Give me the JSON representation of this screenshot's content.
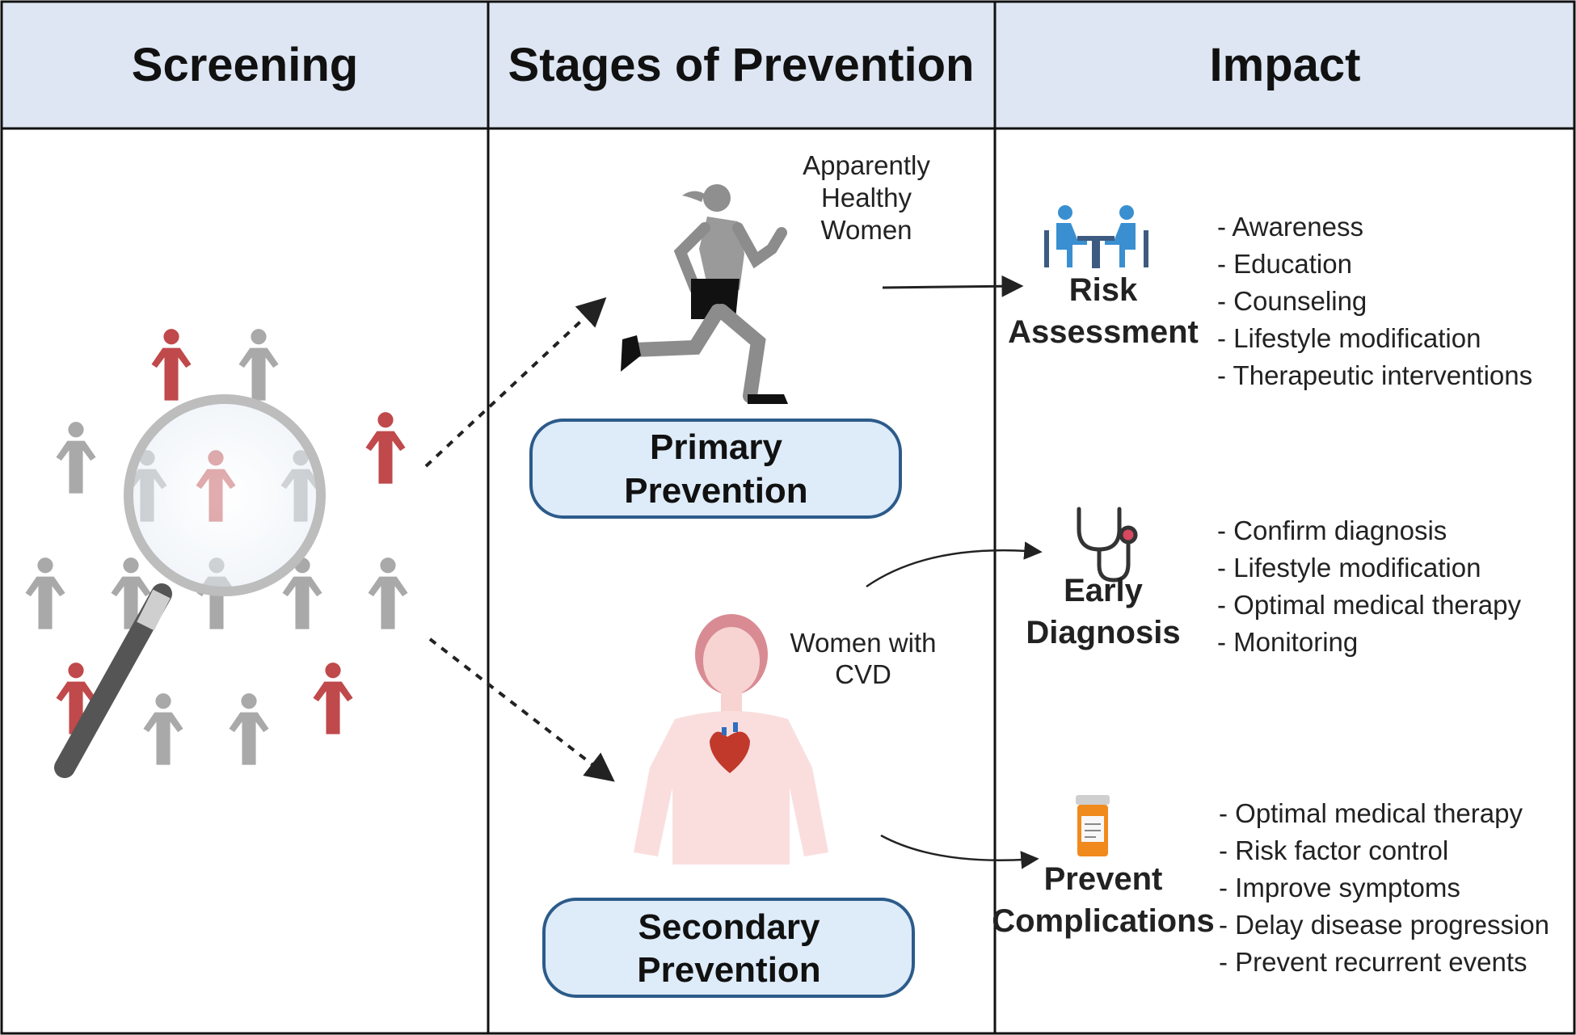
{
  "columns": {
    "screening": "Screening",
    "stages": "Stages of Prevention",
    "impact": "Impact"
  },
  "primary": {
    "population": [
      "Apparently",
      "Healthy",
      "Women"
    ],
    "stage": [
      "Primary",
      "Prevention"
    ]
  },
  "secondary": {
    "population": [
      "Women with",
      "CVD"
    ],
    "stage": [
      "Secondary",
      "Prevention"
    ]
  },
  "impact": {
    "risk_assessment": {
      "title": [
        "Risk",
        "Assessment"
      ],
      "items": [
        "- Awareness",
        "- Education",
        "- Counseling",
        "- Lifestyle modification",
        "- Therapeutic interventions"
      ]
    },
    "early_diagnosis": {
      "title": [
        "Early",
        "Diagnosis"
      ],
      "items": [
        "- Confirm diagnosis",
        "- Lifestyle modification",
        "- Optimal medical therapy",
        "- Monitoring"
      ]
    },
    "prevent_complications": {
      "title": [
        "Prevent",
        "Complications"
      ],
      "items": [
        "- Optimal medical therapy",
        "- Risk factor control",
        "- Improve symptoms",
        "- Delay disease progression",
        "- Prevent recurrent events"
      ]
    }
  },
  "icons": {
    "crowd": "people-crowd-icon",
    "magnifier": "magnifying-glass-icon",
    "runner": "running-woman-icon",
    "woman_heart": "woman-heart-icon",
    "consultation": "consultation-icon",
    "stethoscope": "stethoscope-icon",
    "pill_bottle": "pill-bottle-icon"
  },
  "colors": {
    "header_bg": "#dde6f2",
    "box_fill": "#deebf9",
    "box_stroke": "#2c5b8a",
    "highlight_person": "#c0494b",
    "neutral_person": "#a9a9a9",
    "icon_blue": "#3a8fd0",
    "pill_orange": "#f08a1c"
  }
}
